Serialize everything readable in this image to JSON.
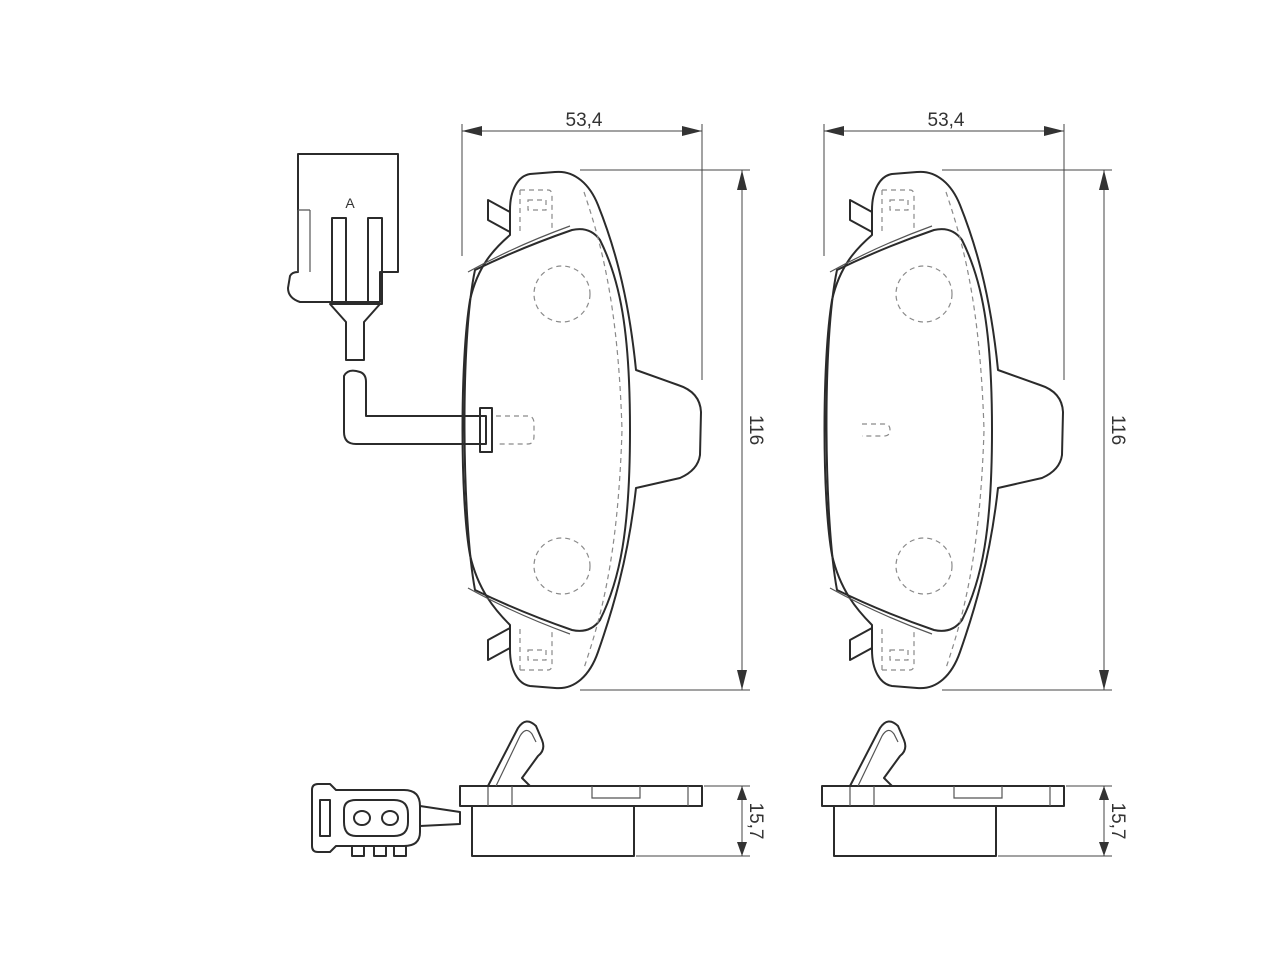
{
  "dimensions": {
    "left_width": "53,4",
    "right_width": "53,4",
    "left_height": "116",
    "right_height": "116",
    "left_thickness": "15,7",
    "right_thickness": "15,7"
  },
  "connector_label": "A"
}
